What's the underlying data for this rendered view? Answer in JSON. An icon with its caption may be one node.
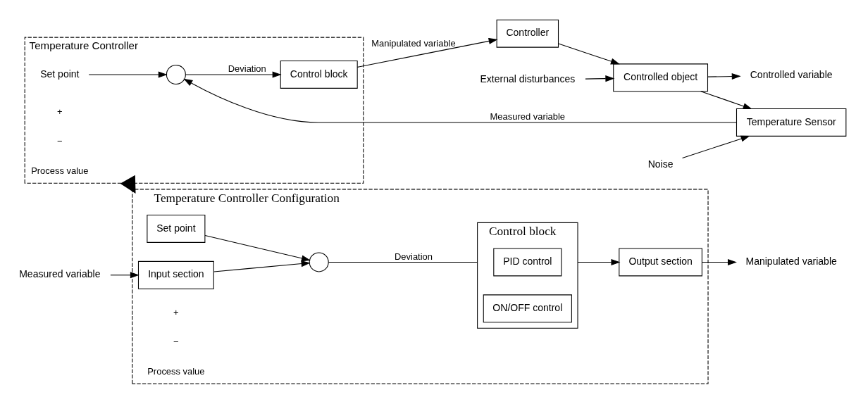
{
  "diagram": {
    "nodes": [
      {
        "text": [
          "Temperature Controller"
        ]
      },
      {
        "text": [
          "Set point"
        ],
        "in": 0
      },
      {
        "text": [],
        "shape": "circle",
        "in": 0
      },
      {
        "text": [
          "Control block"
        ],
        "in": 0
      },
      {
        "text": [
          "Controller"
        ]
      },
      {
        "text": [
          "Controlled object"
        ]
      },
      {
        "text": [
          "Controlled variable"
        ]
      },
      {
        "text": [
          "External disturbances"
        ]
      },
      {
        "text": [
          "Temperature Sensor"
        ]
      },
      {
        "text": [
          "Noise"
        ]
      },
      {
        "text": [
          "Temperature Controller Configuration"
        ]
      },
      {
        "text": [
          "Set point"
        ],
        "in": 10
      },
      {
        "text": [],
        "shape": "circle",
        "in": 10
      },
      {
        "text": [
          "Control block"
        ],
        "in": 10
      },
      {
        "text": [
          "PID control"
        ],
        "in": 13
      },
      {
        "text": [
          "ON/OFF control"
        ],
        "in": 13
      },
      {
        "text": [
          "Output section"
        ],
        "in": 10
      },
      {
        "text": [
          "Manipulated variable"
        ]
      },
      {
        "text": [
          "Input section"
        ],
        "in": 10
      },
      {
        "text": [
          "Measured variable"
        ]
      }
    ],
    "edges": [
      {
        "from": 1,
        "to": 2,
        "arrow": "to"
      },
      {
        "from": 2,
        "to": 3,
        "arrow": "to",
        "label": "Deviation"
      },
      {
        "from": 3,
        "to": 4,
        "arrow": "to",
        "label": "Manipulated variable"
      },
      {
        "from": 4,
        "to": 5,
        "arrow": "to"
      },
      {
        "from": 7,
        "to": 5,
        "arrow": "to"
      },
      {
        "from": 5,
        "to": 6,
        "arrow": "to"
      },
      {
        "from": 5,
        "to": 8,
        "arrow": "to"
      },
      {
        "from": 8,
        "to": 2,
        "arrow": "to",
        "label": "Measured variable"
      },
      {
        "from": 9,
        "to": 8,
        "arrow": "to"
      },
      {
        "from": 0,
        "to": 10,
        "arrow": "to",
        "style": "thick"
      },
      {
        "from": 11,
        "to": 12,
        "arrow": "to"
      },
      {
        "from": 12,
        "to": 13,
        "arrow": "none",
        "label": "Deviation"
      },
      {
        "from": 13,
        "to": 16,
        "arrow": "to"
      },
      {
        "from": 16,
        "to": 17,
        "arrow": "to"
      },
      {
        "from": 18,
        "to": 12,
        "arrow": "to"
      },
      {
        "from": 19,
        "to": 18,
        "arrow": "to"
      }
    ],
    "labels": [
      "+",
      "−",
      "Process value",
      "+",
      "−",
      "Process value"
    ]
  }
}
